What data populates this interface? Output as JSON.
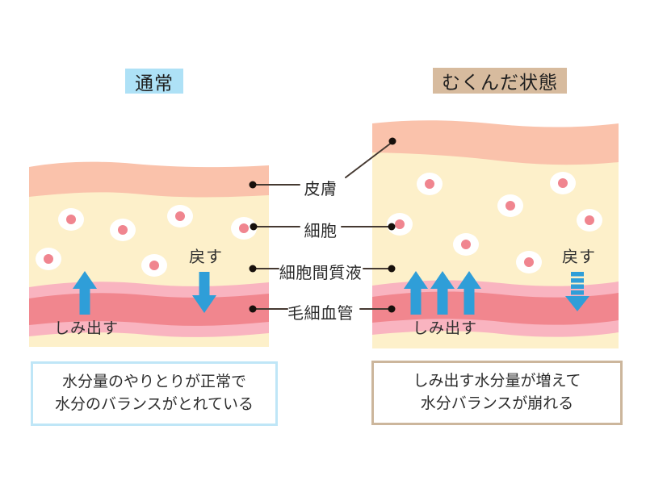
{
  "headers": {
    "normal": "通常",
    "swollen": "むくんだ状態"
  },
  "layer_labels": {
    "skin": "皮膚",
    "cell": "細胞",
    "interstitial_fluid": "細胞間質液",
    "capillary": "毛細血管"
  },
  "normal_panel": {
    "seep_out_label": "しみ出す",
    "return_label": "戻す",
    "caption_line1": "水分量のやりとりが正常で",
    "caption_line2": "水分のバランスがとれている"
  },
  "swollen_panel": {
    "seep_out_label": "しみ出す",
    "return_label": "戻す",
    "caption_line1": "しみ出す水分量が増えて",
    "caption_line2": "水分バランスが崩れる"
  },
  "colors": {
    "normal_header_bg": "#aee1f6",
    "swollen_header_bg": "#d7bb9e",
    "skin_salmon": "#fac2ab",
    "tissue_cream": "#fdf0ca",
    "capillary_pink": "#f9b4c0",
    "capillary_red": "#f1868e",
    "cell_white": "#ffffff",
    "cell_nucleus": "#f0858f",
    "arrow_blue": "#2f9ed8",
    "normal_caption_border": "#bfe6f7",
    "swollen_caption_border": "#ccb69c",
    "connector_line": "#453931",
    "text": "#2d2d2d"
  }
}
